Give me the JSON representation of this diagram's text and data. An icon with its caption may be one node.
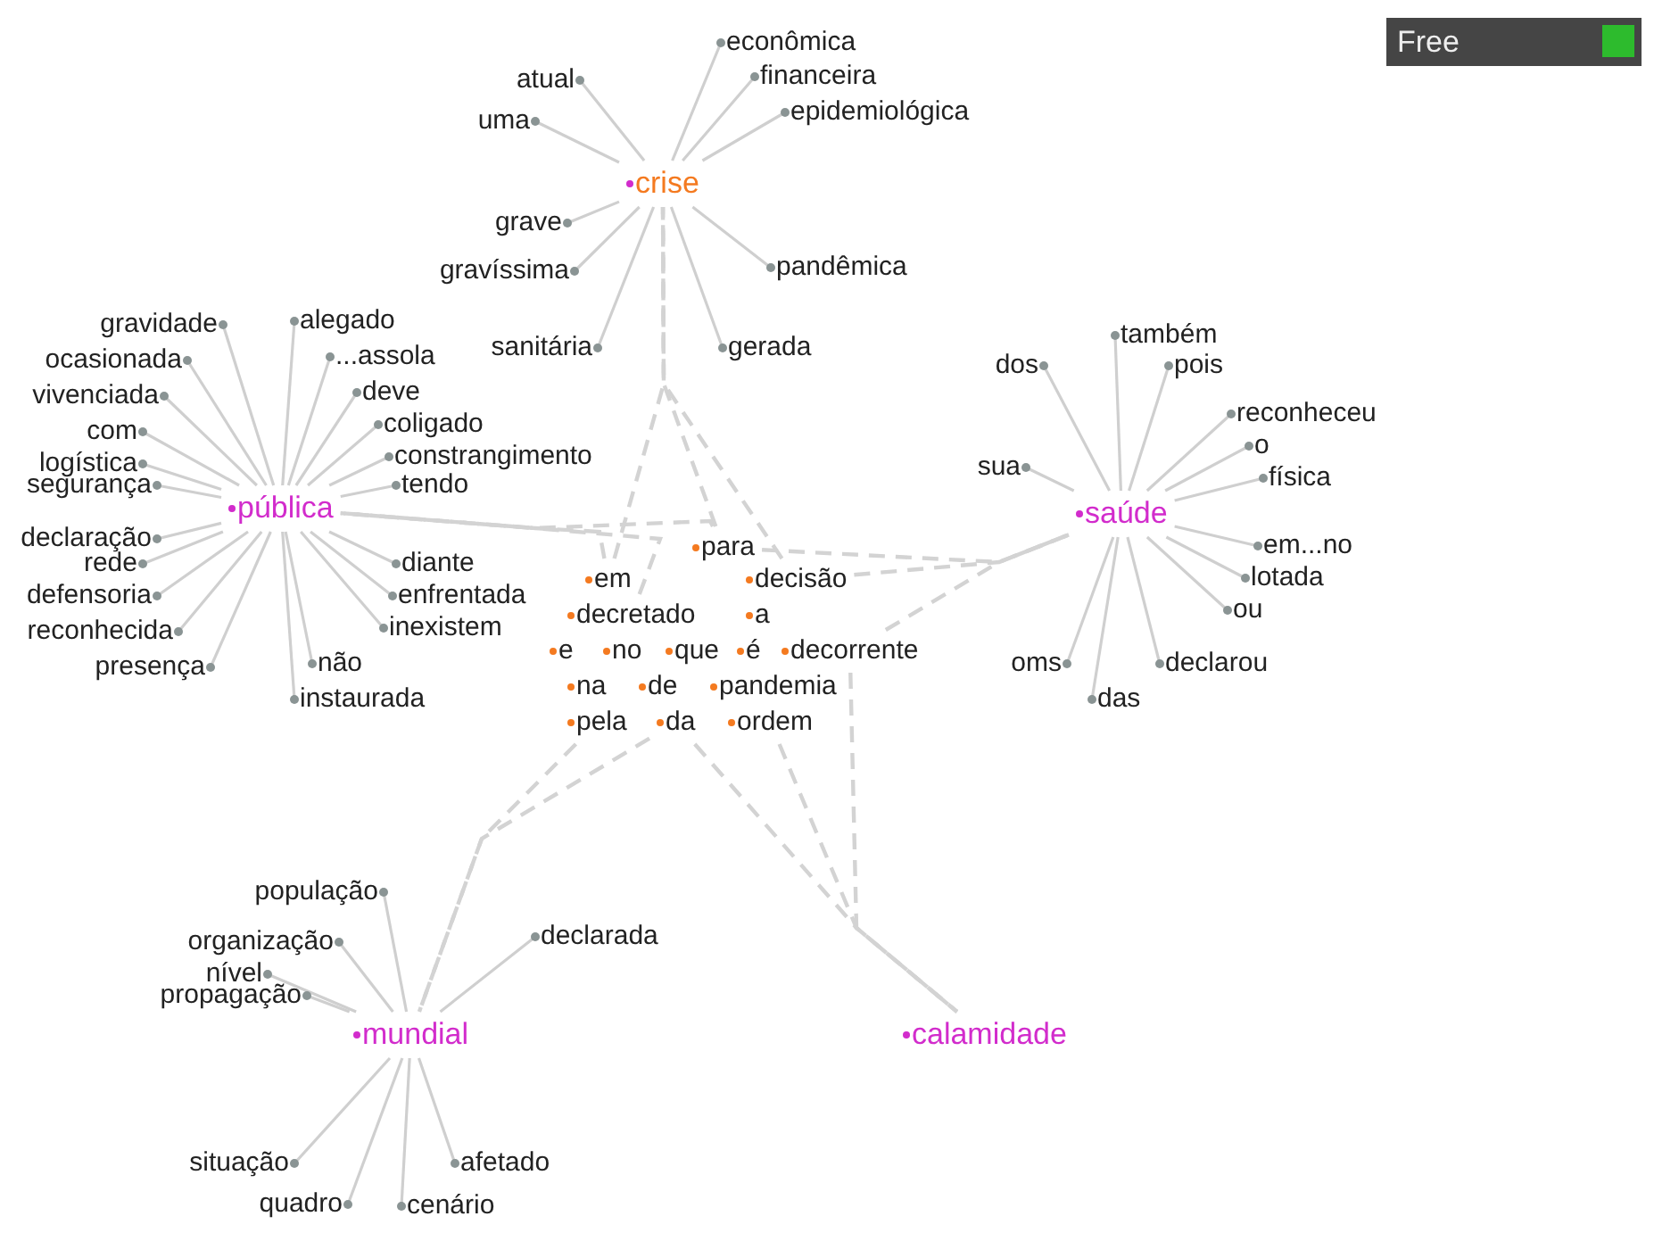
{
  "diagram": {
    "nodes": [
      {
        "text": [
          "crise"
        ]
      },
      {
        "text": [
          "atual"
        ]
      },
      {
        "text": [
          "uma"
        ]
      },
      {
        "text": [
          "econômica"
        ]
      },
      {
        "text": [
          "financeira"
        ]
      },
      {
        "text": [
          "epidemiológica"
        ]
      },
      {
        "text": [
          "grave"
        ]
      },
      {
        "text": [
          "gravíssima"
        ]
      },
      {
        "text": [
          "pandêmica"
        ]
      },
      {
        "text": [
          "sanitária"
        ]
      },
      {
        "text": [
          "gerada"
        ]
      },
      {
        "text": [
          "pública"
        ]
      },
      {
        "text": [
          "gravidade"
        ]
      },
      {
        "text": [
          "alegado"
        ]
      },
      {
        "text": [
          "ocasionada"
        ]
      },
      {
        "text": [
          "...assola"
        ]
      },
      {
        "text": [
          "vivenciada"
        ]
      },
      {
        "text": [
          "deve"
        ]
      },
      {
        "text": [
          "com"
        ]
      },
      {
        "text": [
          "coligado"
        ]
      },
      {
        "text": [
          "constrangimento"
        ]
      },
      {
        "text": [
          "logística"
        ]
      },
      {
        "text": [
          "tendo"
        ]
      },
      {
        "text": [
          "segurança"
        ]
      },
      {
        "text": [
          "declaração"
        ]
      },
      {
        "text": [
          "diante"
        ]
      },
      {
        "text": [
          "enfrentada"
        ]
      },
      {
        "text": [
          "rede"
        ]
      },
      {
        "text": [
          "inexistem"
        ]
      },
      {
        "text": [
          "defensoria"
        ]
      },
      {
        "text": [
          "não"
        ]
      },
      {
        "text": [
          "reconhecida"
        ]
      },
      {
        "text": [
          "instaurada"
        ]
      },
      {
        "text": [
          "presença"
        ]
      },
      {
        "text": [
          "saúde"
        ]
      },
      {
        "text": [
          "dos"
        ]
      },
      {
        "text": [
          "também"
        ]
      },
      {
        "text": [
          "pois"
        ]
      },
      {
        "text": [
          "reconheceu"
        ]
      },
      {
        "text": [
          "o"
        ]
      },
      {
        "text": [
          "física"
        ]
      },
      {
        "text": [
          "sua"
        ]
      },
      {
        "text": [
          "em...no"
        ]
      },
      {
        "text": [
          "lotada"
        ]
      },
      {
        "text": [
          "ou"
        ]
      },
      {
        "text": [
          "oms"
        ]
      },
      {
        "text": [
          "das"
        ]
      },
      {
        "text": [
          "declarou"
        ]
      },
      {
        "text": [
          "mundial"
        ]
      },
      {
        "text": [
          "população"
        ]
      },
      {
        "text": [
          "organização"
        ]
      },
      {
        "text": [
          "declarada"
        ]
      },
      {
        "text": [
          "nível"
        ]
      },
      {
        "text": [
          "propagação"
        ]
      },
      {
        "text": [
          "situação"
        ]
      },
      {
        "text": [
          "quadro"
        ]
      },
      {
        "text": [
          "afetado"
        ]
      },
      {
        "text": [
          "cenário"
        ]
      },
      {
        "text": [
          "calamidade"
        ]
      },
      {
        "text": [
          "para"
        ]
      },
      {
        "text": [
          "em"
        ]
      },
      {
        "text": [
          "decisão"
        ]
      },
      {
        "text": [
          "decretado"
        ]
      },
      {
        "text": [
          "a"
        ]
      },
      {
        "text": [
          "e"
        ]
      },
      {
        "text": [
          "no"
        ]
      },
      {
        "text": [
          "que"
        ]
      },
      {
        "text": [
          "é"
        ]
      },
      {
        "text": [
          "decorrente"
        ]
      },
      {
        "text": [
          "na"
        ]
      },
      {
        "text": [
          "de"
        ]
      },
      {
        "text": [
          "pandemia"
        ]
      },
      {
        "text": [
          "pela"
        ]
      },
      {
        "text": [
          "da"
        ]
      },
      {
        "text": [
          "ordem"
        ]
      }
    ],
    "edges": [
      {
        "from": 0,
        "to": 1,
        "arrow": "other"
      },
      {
        "from": 0,
        "to": 2,
        "arrow": "other"
      },
      {
        "from": 0,
        "to": 3,
        "arrow": "other"
      },
      {
        "from": 0,
        "to": 4,
        "arrow": "other"
      },
      {
        "from": 0,
        "to": 5,
        "arrow": "other"
      },
      {
        "from": 0,
        "to": 6,
        "arrow": "other"
      },
      {
        "from": 0,
        "to": 7,
        "arrow": "other"
      },
      {
        "from": 0,
        "to": 8,
        "arrow": "other"
      },
      {
        "from": 0,
        "to": 9,
        "arrow": "other"
      },
      {
        "from": 0,
        "to": 10,
        "arrow": "other"
      },
      {
        "from": 11,
        "to": 12,
        "arrow": "other"
      },
      {
        "from": 11,
        "to": 13,
        "arrow": "other"
      },
      {
        "from": 11,
        "to": 14,
        "arrow": "other"
      },
      {
        "from": 11,
        "to": 15,
        "arrow": "other"
      },
      {
        "from": 11,
        "to": 16,
        "arrow": "other"
      },
      {
        "from": 11,
        "to": 17,
        "arrow": "other"
      },
      {
        "from": 11,
        "to": 18,
        "arrow": "other"
      },
      {
        "from": 11,
        "to": 19,
        "arrow": "other"
      },
      {
        "from": 11,
        "to": 20,
        "arrow": "other"
      },
      {
        "from": 11,
        "to": 21,
        "arrow": "other"
      },
      {
        "from": 11,
        "to": 22,
        "arrow": "other"
      },
      {
        "from": 11,
        "to": 23,
        "arrow": "other"
      },
      {
        "from": 11,
        "to": 24,
        "arrow": "other"
      },
      {
        "from": 11,
        "to": 25,
        "arrow": "other"
      },
      {
        "from": 11,
        "to": 26,
        "arrow": "other"
      },
      {
        "from": 11,
        "to": 27,
        "arrow": "other"
      },
      {
        "from": 11,
        "to": 28,
        "arrow": "other"
      },
      {
        "from": 11,
        "to": 29,
        "arrow": "other"
      },
      {
        "from": 11,
        "to": 30,
        "arrow": "other"
      },
      {
        "from": 11,
        "to": 31,
        "arrow": "other"
      },
      {
        "from": 11,
        "to": 32,
        "arrow": "other"
      },
      {
        "from": 11,
        "to": 33,
        "arrow": "other"
      },
      {
        "from": 34,
        "to": 35,
        "arrow": "other"
      },
      {
        "from": 34,
        "to": 36,
        "arrow": "other"
      },
      {
        "from": 34,
        "to": 37,
        "arrow": "other"
      },
      {
        "from": 34,
        "to": 38,
        "arrow": "other"
      },
      {
        "from": 34,
        "to": 39,
        "arrow": "other"
      },
      {
        "from": 34,
        "to": 40,
        "arrow": "other"
      },
      {
        "from": 34,
        "to": 41,
        "arrow": "other"
      },
      {
        "from": 34,
        "to": 42,
        "arrow": "other"
      },
      {
        "from": 34,
        "to": 43,
        "arrow": "other"
      },
      {
        "from": 34,
        "to": 44,
        "arrow": "other"
      },
      {
        "from": 34,
        "to": 45,
        "arrow": "other"
      },
      {
        "from": 34,
        "to": 46,
        "arrow": "other"
      },
      {
        "from": 34,
        "to": 47,
        "arrow": "other"
      },
      {
        "from": 48,
        "to": 49,
        "arrow": "other"
      },
      {
        "from": 48,
        "to": 50,
        "arrow": "other"
      },
      {
        "from": 48,
        "to": 51,
        "arrow": "other"
      },
      {
        "from": 48,
        "to": 52,
        "arrow": "other"
      },
      {
        "from": 48,
        "to": 53,
        "arrow": "other"
      },
      {
        "from": 48,
        "to": 54,
        "arrow": "other"
      },
      {
        "from": 48,
        "to": 55,
        "arrow": "other"
      },
      {
        "from": 48,
        "to": 56,
        "arrow": "other"
      },
      {
        "from": 48,
        "to": 57,
        "arrow": "other"
      },
      {
        "from": 59,
        "to": 0,
        "arrow": "none",
        "style": "dashed"
      },
      {
        "from": 60,
        "to": 0,
        "arrow": "none",
        "style": "dashed"
      },
      {
        "from": 61,
        "to": 0,
        "arrow": "none",
        "style": "dashed"
      },
      {
        "from": 59,
        "to": 11,
        "arrow": "none",
        "style": "dashed"
      },
      {
        "from": 60,
        "to": 11,
        "arrow": "none",
        "style": "dashed"
      },
      {
        "from": 62,
        "to": 11,
        "arrow": "none",
        "style": "dashed"
      },
      {
        "from": 59,
        "to": 34,
        "arrow": "none",
        "style": "dashed"
      },
      {
        "from": 61,
        "to": 34,
        "arrow": "none",
        "style": "dashed"
      },
      {
        "from": 68,
        "to": 34,
        "arrow": "none",
        "style": "dashed"
      },
      {
        "from": 72,
        "to": 48,
        "arrow": "none",
        "style": "dashed"
      },
      {
        "from": 73,
        "to": 48,
        "arrow": "none",
        "style": "dashed"
      },
      {
        "from": 74,
        "to": 58,
        "arrow": "none",
        "style": "dashed"
      },
      {
        "from": 73,
        "to": 58,
        "arrow": "none",
        "style": "dashed"
      },
      {
        "from": 68,
        "to": 58,
        "arrow": "none",
        "style": "dashed"
      }
    ],
    "labels": [
      "Free"
    ]
  }
}
